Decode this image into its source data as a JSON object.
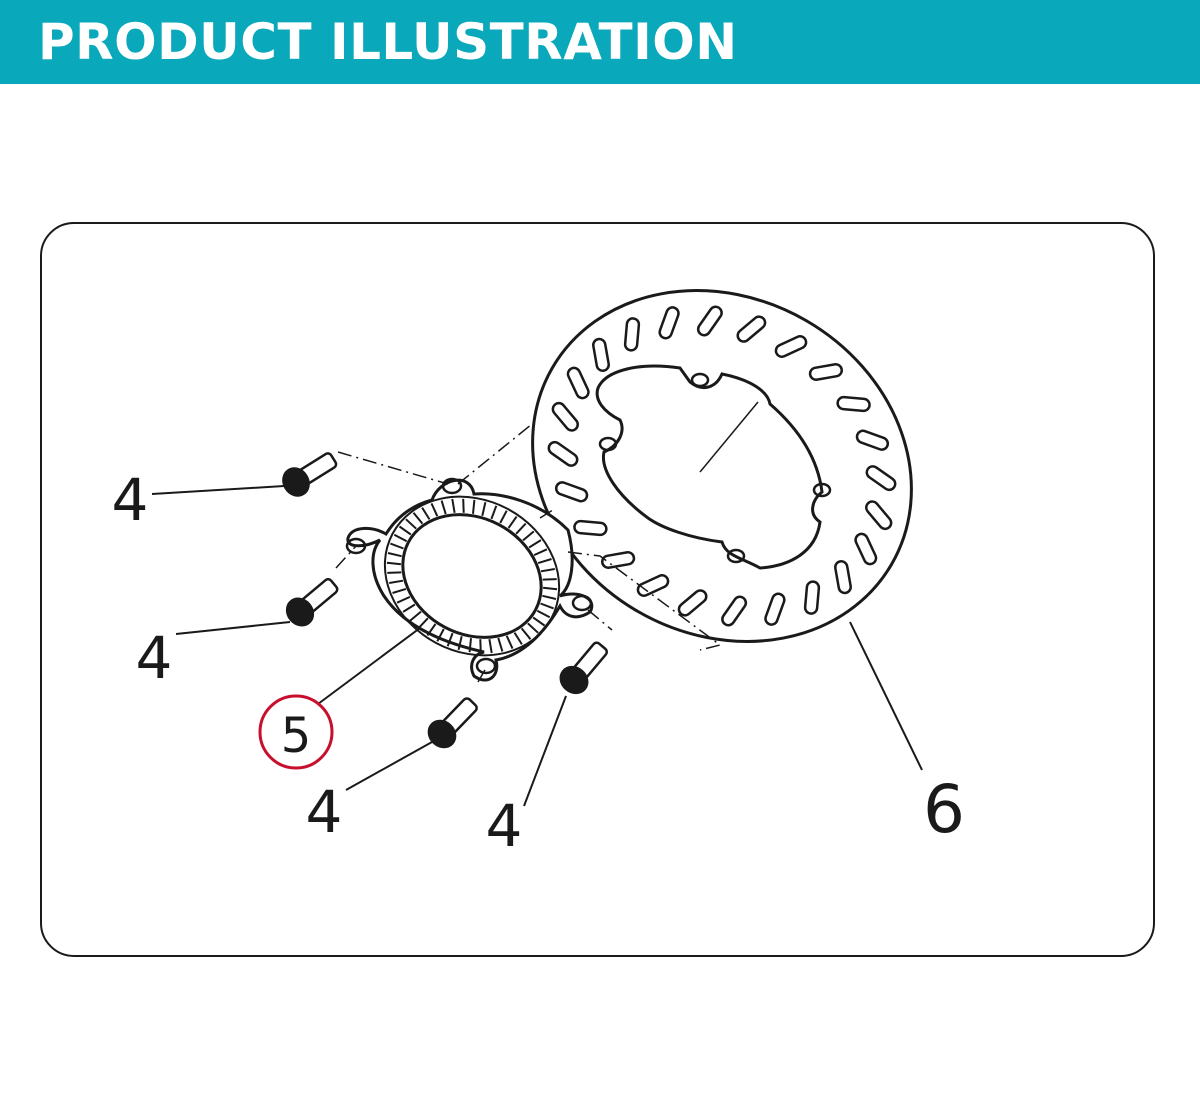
{
  "header": {
    "title": "PRODUCT ILLUSTRATION",
    "background_color": "#0aa8bb",
    "text_color": "#ffffff"
  },
  "diagram": {
    "highlight_color": "#c8102e",
    "labels": {
      "bolt_1": "4",
      "bolt_2": "4",
      "bolt_3": "4",
      "bolt_4": "4",
      "tone_ring": "5",
      "brake_disc": "6"
    }
  }
}
